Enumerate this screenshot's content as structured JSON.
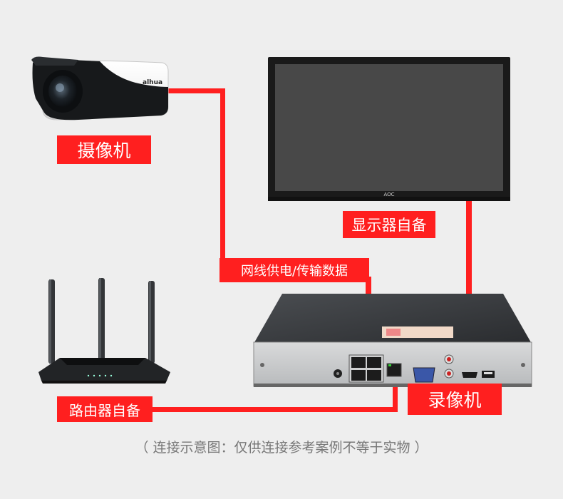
{
  "labels": {
    "camera": "摄像机",
    "monitor": "显示器自备",
    "cable": "网线供电/传输数据",
    "router": "路由器自备",
    "nvr": "录像机"
  },
  "caption": "（ 连接示意图：仅供连接参考案例不等于实物 ）",
  "brands": {
    "camera": "alhua",
    "monitor": "AOC"
  },
  "colors": {
    "background": "#eeeeee",
    "wire": "#ff1f1f",
    "label_text": "#ffffff"
  },
  "icons": [
    "camera-icon",
    "monitor-icon",
    "router-icon",
    "nvr-icon"
  ]
}
